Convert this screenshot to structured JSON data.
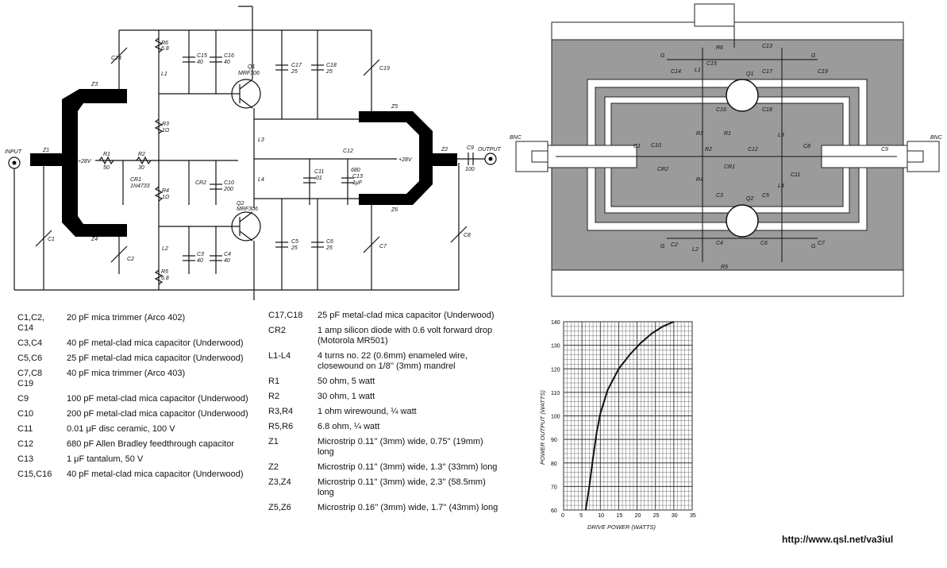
{
  "schematic": {
    "parts": [
      "C14",
      "R6",
      "6.8",
      "L1",
      "C15",
      "40",
      "C16",
      "40",
      "Q1",
      "MRF306",
      "C17",
      "25",
      "C18",
      "25",
      "C19",
      "Z3",
      "Z5",
      "R3",
      "1Ω",
      "L3",
      "INPUT",
      "Z1",
      "+28V",
      "R1",
      "50",
      "R2",
      "30",
      "CR1",
      "1N4733",
      "CR2",
      "R4",
      "1Ω",
      "C10",
      "200",
      "C12",
      "680",
      "+28V",
      "Z2",
      "C9",
      "OUTPUT",
      "100",
      "C11",
      ".01",
      "C13",
      "1μF",
      "L4",
      "Q2",
      "MRF306",
      "Z6",
      "C1",
      "Z4",
      "C2",
      "L2",
      "C3",
      "40",
      "C4",
      "40",
      "C5",
      "25",
      "C6",
      "25",
      "C7",
      "C8",
      "R5",
      "6.8"
    ]
  },
  "layout_diagram": {
    "labels": [
      "BNC",
      "BNC",
      "C14",
      "R6",
      "C15",
      "C13",
      "C17",
      "C19",
      "L1",
      "Q1",
      "C16",
      "C18",
      "R3",
      "C10",
      "R2",
      "R1",
      "CR1",
      "C12",
      "L3",
      "C1",
      "C8",
      "C9",
      "CR2",
      "R4",
      "C3",
      "C5",
      "C11",
      "L4",
      "Q2",
      "C2",
      "L2",
      "C4",
      "C6",
      "C7",
      "R5",
      "G"
    ]
  },
  "graph": {
    "ylabel": "POWER OUTPUT (WATTS)",
    "xlabel": "DRIVE POWER (WATTS)",
    "xticks": [
      "0",
      "5",
      "10",
      "15",
      "20",
      "25",
      "30",
      "35"
    ],
    "yticks": [
      "60",
      "70",
      "80",
      "90",
      "100",
      "110",
      "120",
      "130",
      "140"
    ]
  },
  "chart_data": {
    "type": "line",
    "xlabel": "DRIVE POWER (WATTS)",
    "ylabel": "POWER OUTPUT (WATTS)",
    "xlim": [
      0,
      35
    ],
    "ylim": [
      60,
      140
    ],
    "grid": true,
    "series": [
      {
        "x": [
          6,
          7,
          8,
          9,
          10,
          12,
          15,
          18,
          21,
          24,
          27,
          30
        ],
        "y": [
          60,
          70,
          82,
          93,
          101,
          111,
          120,
          126,
          131,
          135,
          138,
          140
        ]
      }
    ]
  },
  "parts_left": [
    {
      "ref": "C1,C2,\nC14",
      "desc": "20 pF mica trimmer (Arco 402)"
    },
    {
      "ref": "C3,C4",
      "desc": "40 pF metal-clad mica capacitor (Underwood)"
    },
    {
      "ref": "C5,C6",
      "desc": "25 pF metal-clad mica capacitor (Underwood)"
    },
    {
      "ref": "C7,C8\nC19",
      "desc": "40 pF mica trimmer (Arco 403)"
    },
    {
      "ref": "C9",
      "desc": "100 pF metal-clad mica capacitor (Underwood)"
    },
    {
      "ref": "C10",
      "desc": "200 pF metal-clad mica capacitor (Underwood)"
    },
    {
      "ref": "C11",
      "desc": "0.01 μF disc ceramic, 100 V"
    },
    {
      "ref": "C12",
      "desc": "680 pF Allen Bradley feedthrough capacitor"
    },
    {
      "ref": "C13",
      "desc": "1 μF tantalum, 50 V"
    },
    {
      "ref": "C15,C16",
      "desc": "40 pF metal-clad mica capacitor (Underwood)"
    }
  ],
  "parts_right": [
    {
      "ref": "C17,C18",
      "desc": "25 pF metal-clad mica capacitor (Underwood)"
    },
    {
      "ref": "CR2",
      "desc": "1 amp silicon diode with 0.6 volt forward drop (Motorola MR501)"
    },
    {
      "ref": "L1-L4",
      "desc": "4 turns no. 22 (0.6mm) enameled wire, closewound on 1/8'' (3mm) mandrel"
    },
    {
      "ref": "R1",
      "desc": "50 ohm, 5 watt"
    },
    {
      "ref": "R2",
      "desc": "30 ohm, 1 watt"
    },
    {
      "ref": "R3,R4",
      "desc": "1 ohm wirewound, ¼ watt"
    },
    {
      "ref": "R5,R6",
      "desc": "6.8 ohm, ¼ watt"
    },
    {
      "ref": "Z1",
      "desc": "Microstrip 0.11'' (3mm) wide, 0.75'' (19mm) long"
    },
    {
      "ref": "Z2",
      "desc": "Microstrip 0.11'' (3mm) wide, 1.3'' (33mm) long"
    },
    {
      "ref": "Z3,Z4",
      "desc": "Microstrip 0.11'' (3mm) wide, 2.3'' (58.5mm) long"
    },
    {
      "ref": "Z5,Z6",
      "desc": "Microstrip 0.16'' (3mm) wide, 1.7'' (43mm) long"
    }
  ],
  "footer": {
    "url": "http://www.qsl.net/va3iul"
  }
}
